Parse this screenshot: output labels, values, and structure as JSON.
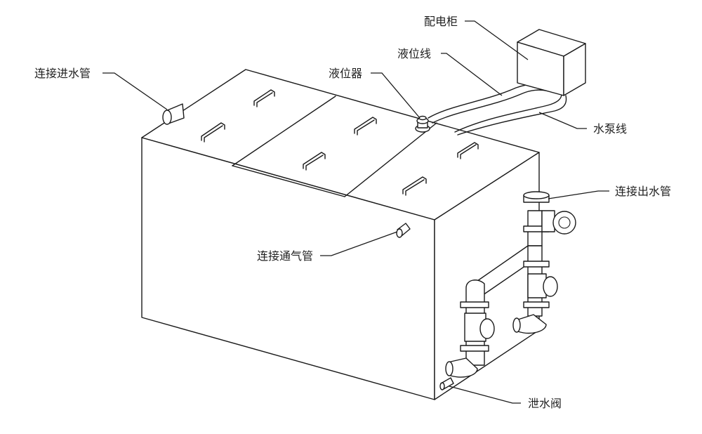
{
  "labels": {
    "inlet_pipe": "连接进水管",
    "level_sensor": "液位器",
    "level_wire": "液位线",
    "control_cabinet": "配电柜",
    "pump_wire": "水泵线",
    "outlet_pipe": "连接出水管",
    "vent_pipe": "连接通气管",
    "drain_valve": "泄水阀"
  }
}
